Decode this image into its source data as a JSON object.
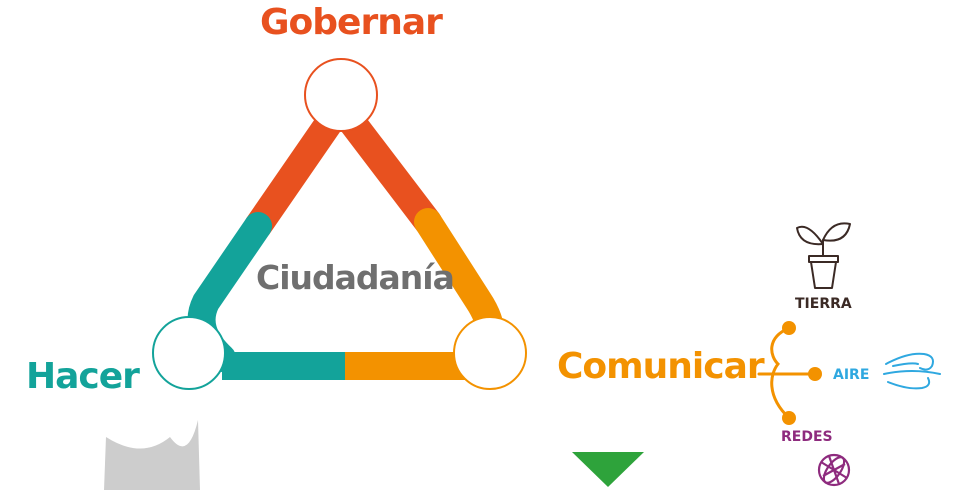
{
  "diagram": {
    "center_label": "Ciudadanía",
    "nodes": {
      "top": "Gobernar",
      "left": "Hacer",
      "right": "Comunicar"
    },
    "channels": {
      "earth": "TIERRA",
      "air": "AIRE",
      "networks": "REDES"
    }
  },
  "colors": {
    "orange_red": "#E8511F",
    "teal": "#13A39A",
    "orange": "#F39200",
    "gray_text": "#6F6F6F",
    "brown": "#3B2A25",
    "blue": "#2FA8E0",
    "purple": "#8E2B7E",
    "green": "#2EA33B",
    "light_gray": "#CDCDCD"
  },
  "icons": [
    "plant-pot-icon",
    "wind-icon",
    "globe-icon",
    "arrow-down-icon"
  ]
}
